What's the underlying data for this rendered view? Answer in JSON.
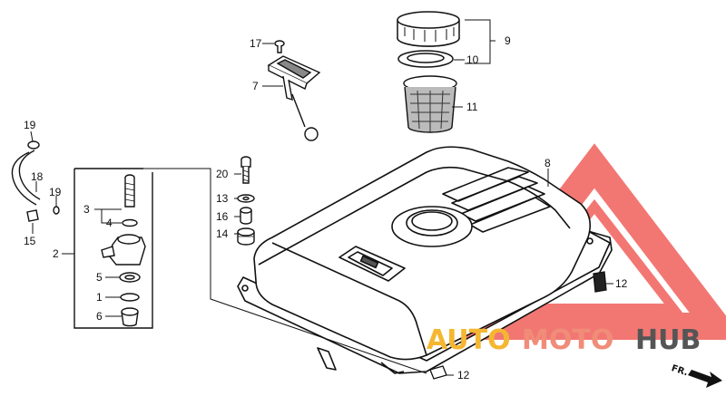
{
  "callouts": {
    "c1": "1",
    "c2": "2",
    "c3": "3",
    "c4": "4",
    "c5": "5",
    "c6": "6",
    "c7": "7",
    "c8": "8",
    "c9": "9",
    "c10": "10",
    "c11": "11",
    "c12a": "12",
    "c12b": "12",
    "c13": "13",
    "c14": "14",
    "c15": "15",
    "c16": "16",
    "c17": "17",
    "c18": "18",
    "c19a": "19",
    "c19b": "19",
    "c20": "20"
  },
  "watermark": {
    "part_a": "AUTO",
    "part_b": "MOTO",
    "part_c": "HUB",
    "color_a": "#f5b731",
    "color_b": "#f08c78",
    "color_c": "#555555",
    "logo_color": "#ee4a45"
  },
  "direction_mark": {
    "label": "FR."
  }
}
